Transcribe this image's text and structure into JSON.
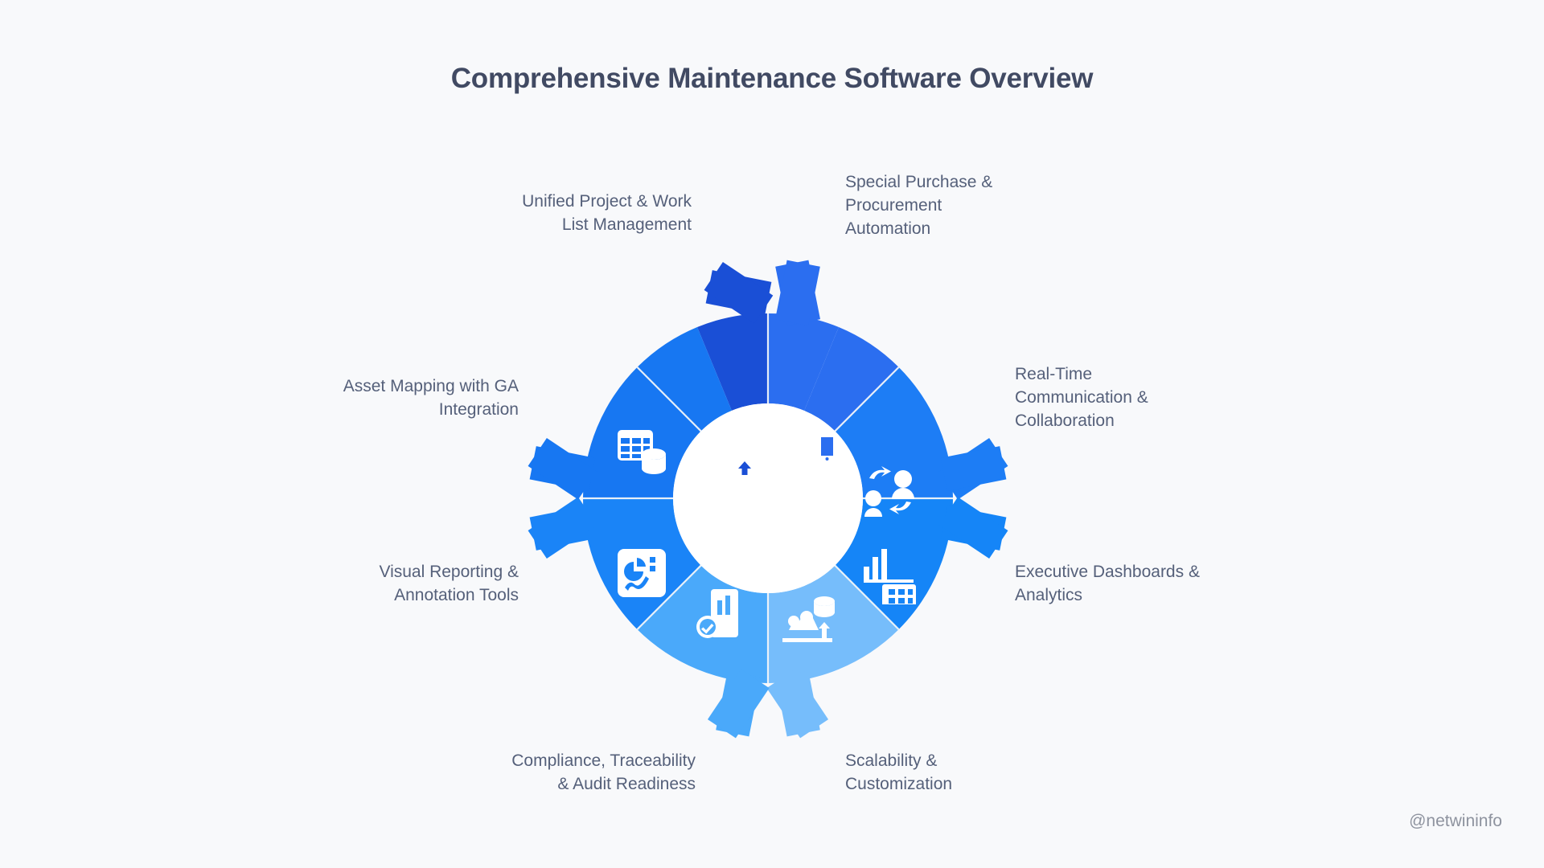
{
  "page": {
    "title": "Comprehensive Maintenance Software Overview",
    "background_color": "#f8f9fb",
    "title_color": "#414a63",
    "label_color": "#55607a",
    "watermark": "@netwininfo"
  },
  "wheel": {
    "type": "segmented-gear-wheel",
    "segment_count": 8,
    "tooth_count": 16,
    "hub_color": "#ffffff",
    "segments": [
      {
        "index": 0,
        "label": "Unified Project & Work\nList Management",
        "icon": "clipboard-upload-icon",
        "color": "#1a4fd6",
        "label_align": "right",
        "angle_deg": -67.5
      },
      {
        "index": 1,
        "label": "Special Purchase &\nProcurement\nAutomation",
        "icon": "cart-mobile-exchange-icon",
        "color": "#2b6ef0",
        "label_align": "left",
        "angle_deg": -22.5
      },
      {
        "index": 2,
        "label": "Real-Time\nCommunication &\nCollaboration",
        "icon": "people-exchange-icon",
        "color": "#1d7df5",
        "label_align": "left",
        "angle_deg": 22.5
      },
      {
        "index": 3,
        "label": "Executive Dashboards &\nAnalytics",
        "icon": "factory-chart-icon",
        "color": "#1585f7",
        "label_align": "left",
        "angle_deg": 67.5
      },
      {
        "index": 4,
        "label": "Scalability &\nCustomization",
        "icon": "scalability-gears-database-icon",
        "color": "#76bdfb",
        "label_align": "left",
        "angle_deg": 112.5
      },
      {
        "index": 5,
        "label": "Compliance, Traceability\n& Audit Readiness",
        "icon": "document-check-chart-icon",
        "color": "#4aa9fa",
        "label_align": "right",
        "angle_deg": 157.5
      },
      {
        "index": 6,
        "label": "Visual Reporting &\nAnnotation Tools",
        "icon": "report-chart-panel-icon",
        "color": "#1a84f7",
        "label_align": "right",
        "angle_deg": 202.5
      },
      {
        "index": 7,
        "label": "Asset Mapping with GA\nIntegration",
        "icon": "table-database-icon",
        "color": "#1777f2",
        "label_align": "right",
        "angle_deg": 247.5
      }
    ]
  }
}
